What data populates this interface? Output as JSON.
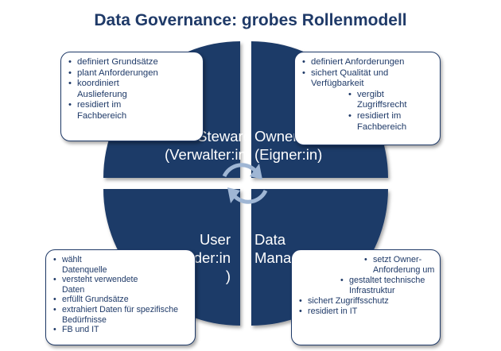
{
  "title": "Data Governance: grobes Rollenmodell",
  "colors": {
    "quadrant": "#1f3a68",
    "box_border": "#1f3a68",
    "text": "#1f3a68",
    "arrow": "#8aa4c6"
  },
  "quadrants": {
    "steward": {
      "line1": "Steward",
      "line2": "(Verwalter:in)"
    },
    "owner": {
      "line1": "Owner",
      "line2": "(Eigner:in)"
    },
    "user": {
      "line1": "User",
      "line2": "(Anwender:in",
      "line3": ")"
    },
    "data_manager": {
      "line1": "Data",
      "line2": "Manager:in"
    }
  },
  "boxes": {
    "steward": [
      "definiert Grundsätze",
      "plant Anforderungen",
      "koordiniert Auslieferung",
      "residiert im Fachbereich"
    ],
    "owner": [
      "definiert Anforderungen",
      "sichert Qualität und Verfügbarkeit",
      "vergibt Zugriffsrecht",
      "residiert im Fachbereich"
    ],
    "user": [
      "wählt Datenquelle",
      "versteht verwendete Daten",
      "erfüllt Grundsätze",
      "extrahiert Daten für spezifische Bedürfnisse",
      "FB und IT"
    ],
    "data_manager": [
      "setzt Owner-Anforderung um",
      "gestaltet technische Infrastruktur",
      "sichert Zugriffsschutz",
      "residiert in IT"
    ]
  },
  "icons": {
    "cycle": "refresh-cycle-icon"
  }
}
